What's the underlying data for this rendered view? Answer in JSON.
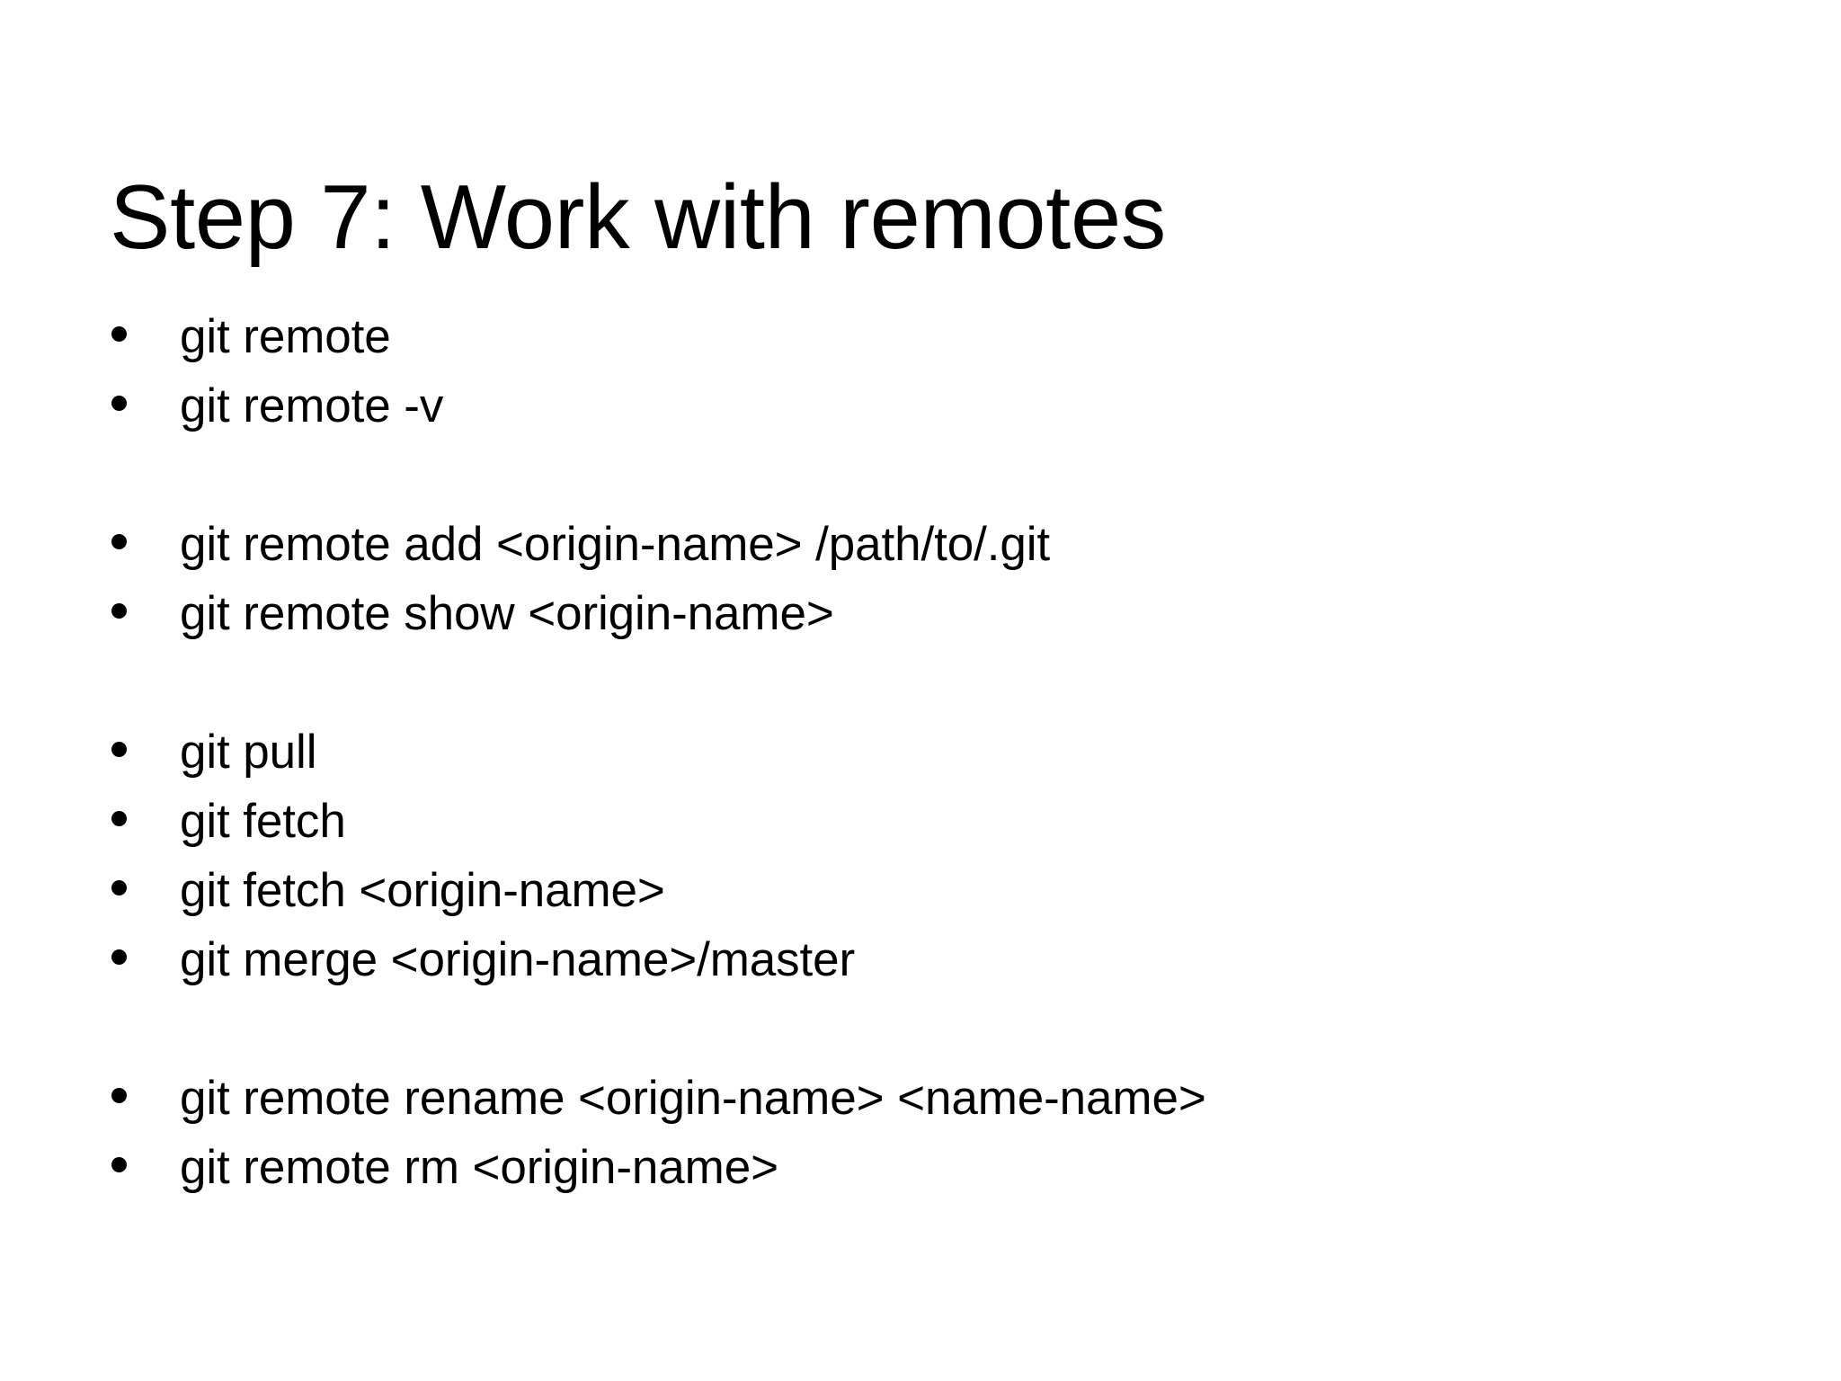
{
  "slide": {
    "title": "Step 7: Work with remotes",
    "background_color": "#ffffff",
    "text_color": "#000000",
    "bullet_glyph": "•",
    "groups": [
      {
        "items": [
          "git remote",
          "git remote -v"
        ]
      },
      {
        "items": [
          "git remote add <origin-name> /path/to/.git",
          "git remote show <origin-name>"
        ]
      },
      {
        "items": [
          "git pull",
          "git fetch",
          "git fetch <origin-name>",
          "git merge <origin-name>/master"
        ]
      },
      {
        "items": [
          "git remote rename <origin-name> <name-name>",
          "git remote rm <origin-name>"
        ]
      }
    ],
    "bullets_flat": [
      "git remote",
      "git remote -v",
      "git remote add <origin-name> /path/to/.git",
      "git remote show <origin-name>",
      "git pull",
      "git fetch",
      "git fetch <origin-name>",
      "git merge <origin-name>/master",
      "git remote rename <origin-name> <name-name>",
      "git remote rm <origin-name>"
    ]
  }
}
